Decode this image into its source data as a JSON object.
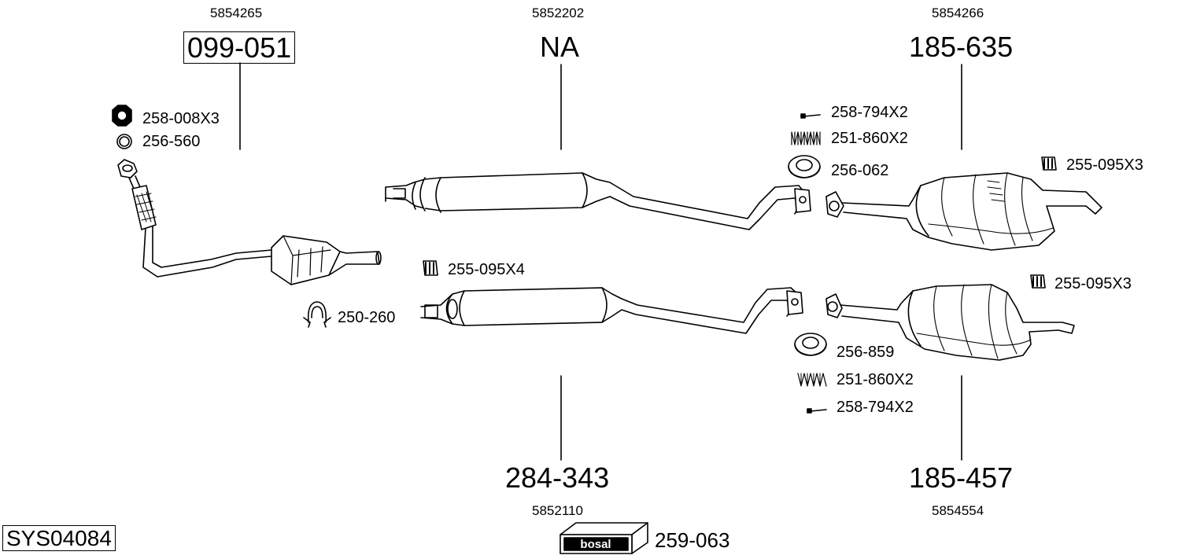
{
  "system": {
    "code": "SYS04084"
  },
  "brand": {
    "logo_text": "bosal",
    "part_number": "259-063"
  },
  "components": [
    {
      "key": "front_pipe",
      "part_number": "099-051",
      "oe_number": "5854265"
    },
    {
      "key": "center_silencer_top",
      "part_number": "NA",
      "oe_number": "5852202"
    },
    {
      "key": "rear_silencer_top",
      "part_number": "185-635",
      "oe_number": "5854266"
    },
    {
      "key": "center_silencer_bottom",
      "part_number": "284-343",
      "oe_number": "5852110"
    },
    {
      "key": "rear_silencer_bottom",
      "part_number": "185-457",
      "oe_number": "5854554"
    }
  ],
  "accessories": [
    {
      "key": "nut",
      "label": "258-008X3",
      "icon": "hex-nut-icon"
    },
    {
      "key": "ring",
      "label": "256-560",
      "icon": "seal-ring-icon"
    },
    {
      "key": "bolt_top",
      "label": "258-794X2",
      "icon": "bolt-icon"
    },
    {
      "key": "spring_top",
      "label": "251-860X2",
      "icon": "spring-icon"
    },
    {
      "key": "gasket_top",
      "label": "256-062",
      "icon": "gasket-icon"
    },
    {
      "key": "hanger_rear_top",
      "label": "255-095X3",
      "icon": "rubber-hanger-icon"
    },
    {
      "key": "hanger_mid",
      "label": "255-095X4",
      "icon": "rubber-hanger-icon"
    },
    {
      "key": "clamp",
      "label": "250-260",
      "icon": "clamp-icon"
    },
    {
      "key": "hanger_rear_bottom",
      "label": "255-095X3",
      "icon": "rubber-hanger-icon"
    },
    {
      "key": "gasket_bottom",
      "label": "256-859",
      "icon": "gasket-icon"
    },
    {
      "key": "spring_bottom",
      "label": "251-860X2",
      "icon": "spring-icon"
    },
    {
      "key": "bolt_bottom",
      "label": "258-794X2",
      "icon": "bolt-icon"
    }
  ]
}
